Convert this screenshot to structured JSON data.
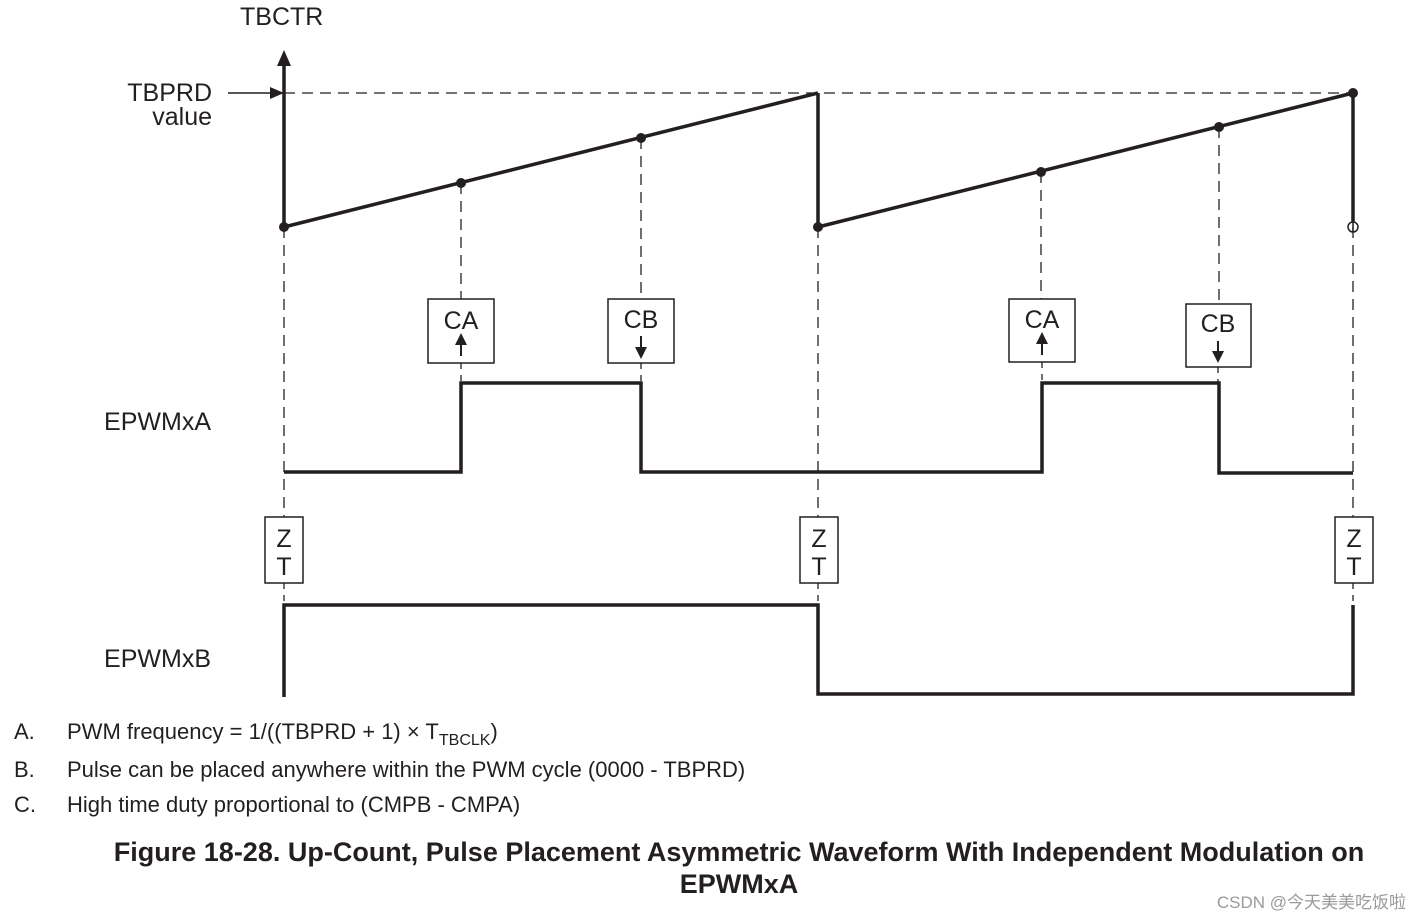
{
  "axis": {
    "y_label": "TBCTR",
    "tbprd_label_line1": "TBPRD",
    "tbprd_label_line2": "value"
  },
  "signals": {
    "a_label": "EPWMxA",
    "b_label": "EPWMxB"
  },
  "events": {
    "ca_1": "CA",
    "cb_1": "CB",
    "ca_2": "CA",
    "cb_2": "CB",
    "zt_1_z": "Z",
    "zt_1_t": "T",
    "zt_2_z": "Z",
    "zt_2_t": "T",
    "zt_3_z": "Z",
    "zt_3_t": "T"
  },
  "notes": [
    {
      "letter": "A.",
      "text_before": "PWM frequency = 1/((TBPRD + 1) × T",
      "subscript": "TBCLK",
      "text_after": ")"
    },
    {
      "letter": "B.",
      "text": "Pulse can be placed anywhere within the PWM cycle (0000 - TBPRD)"
    },
    {
      "letter": "C.",
      "text": "High time duty proportional to (CMPB - CMPA)"
    }
  ],
  "caption": {
    "line1": "Figure 18-28. Up-Count, Pulse Placement Asymmetric Waveform With Independent Modulation on",
    "line2": "EPWMxA"
  },
  "watermark": "CSDN @今天美美吃饭啦",
  "colors": {
    "ink": "#231f20",
    "watermark": "#9a9a9a"
  }
}
